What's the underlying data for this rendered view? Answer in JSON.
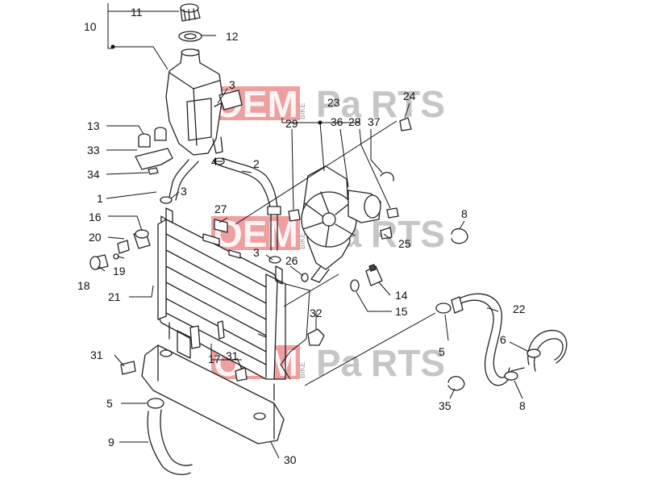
{
  "watermark": {
    "left": "OEM",
    "middle": "BIKE",
    "right_a": "Pa",
    "right_b": "RTS",
    "color_accent": "#e05050",
    "color_gray": "#b8b8b8"
  },
  "callouts": {
    "n1": "1",
    "n2": "2",
    "n3a": "3",
    "n3b": "3",
    "n3c": "3",
    "n4": "4",
    "n5a": "5",
    "n5b": "5",
    "n6": "6",
    "n8a": "8",
    "n8b": "8",
    "n9": "9",
    "n10": "10",
    "n11": "11",
    "n12": "12",
    "n13": "13",
    "n14": "14",
    "n15": "15",
    "n16": "16",
    "n17": "17",
    "n18": "18",
    "n19": "19",
    "n20": "20",
    "n21": "21",
    "n22": "22",
    "n23": "23",
    "n24": "24",
    "n25": "25",
    "n26": "26",
    "n27": "27",
    "n28": "28",
    "n29": "29",
    "n30": "30",
    "n31a": "31",
    "n31b": "31",
    "n32": "32",
    "n33": "33",
    "n34": "34",
    "n35": "35",
    "n36": "36",
    "n37": "37"
  }
}
